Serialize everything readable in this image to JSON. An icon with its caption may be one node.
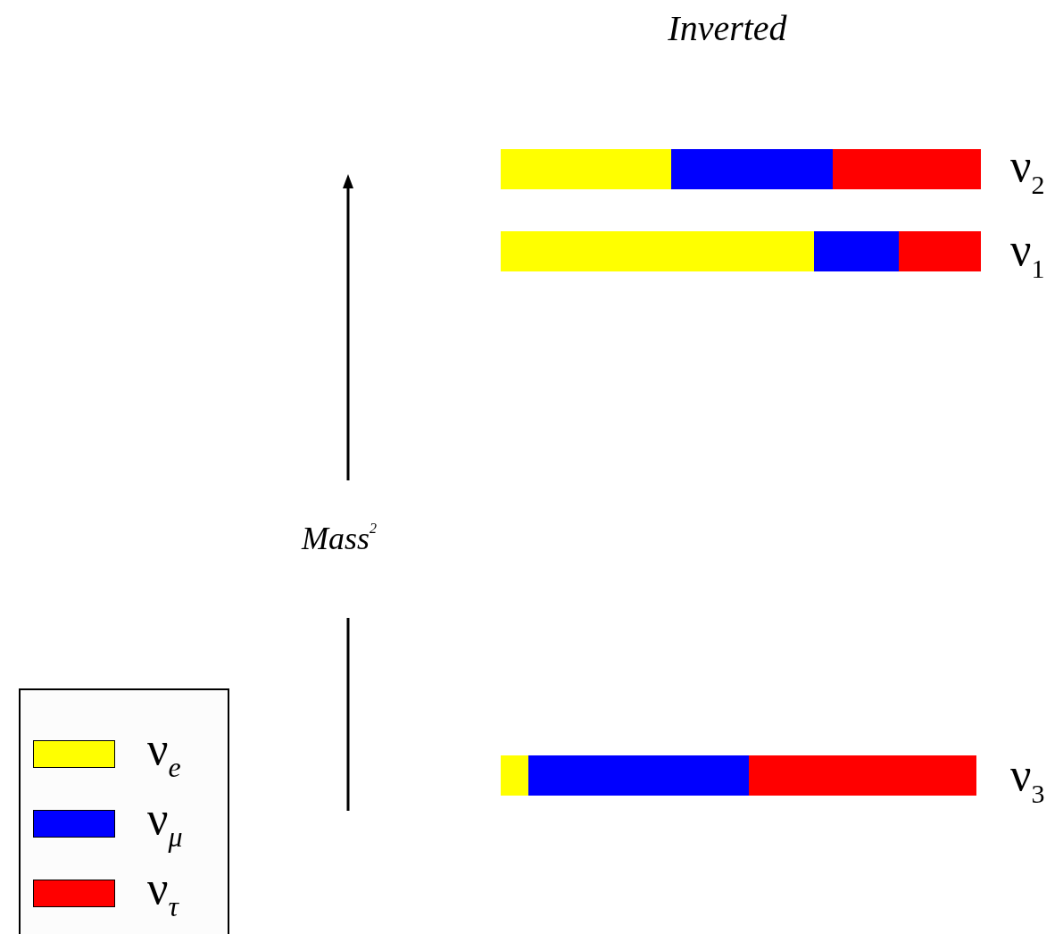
{
  "diagram": {
    "title": "Inverted",
    "nodes": [
      {
        "text": [],
        "shape": "bar",
        "beside": [
          "ν$_{2}$"
        ]
      },
      {
        "text": [],
        "shape": "bar",
        "beside": [
          "ν$_{1}$"
        ]
      },
      {
        "text": [],
        "shape": "bar",
        "beside": [
          "ν$_{3}$"
        ]
      }
    ],
    "labels": [
      "Mass$^{2}$"
    ],
    "legend": [
      {
        "text": "ν$_{e}$",
        "color": "#ffff00"
      },
      {
        "text": "ν$_{μ}$",
        "color": "#0000ff"
      },
      {
        "text": "ν$_{τ}$",
        "color": "#ff0000"
      }
    ]
  }
}
